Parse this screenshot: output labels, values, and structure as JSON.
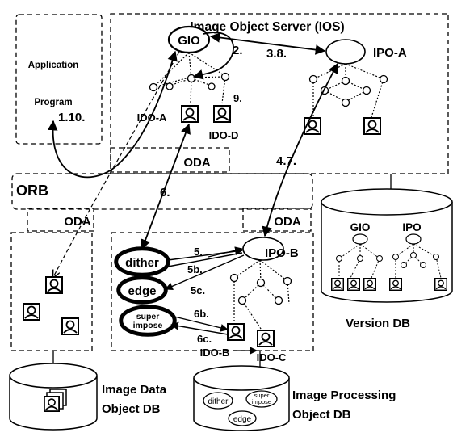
{
  "regions": {
    "ios": "Image Object Server (IOS)",
    "application": [
      "Application",
      "Program"
    ],
    "orb": "ORB",
    "oda": "ODA",
    "version_db": "Version DB",
    "image_data_db": [
      "Image Data",
      "Object DB"
    ],
    "image_processing_db": [
      "Image Processing",
      "Object DB"
    ]
  },
  "nodes": {
    "gio": "GIO",
    "ipo_a": "IPO-A",
    "ipo_b": "IPO-B",
    "ido_a": "IDO-A",
    "ido_b": "IDO-B",
    "ido_c": "IDO-C",
    "ido_d": "IDO-D",
    "dither": "dither",
    "edge": "edge",
    "superimpose": [
      "super",
      "impose"
    ],
    "db_gio": "GIO",
    "db_ipo": "IPO",
    "mini_dither": "dither",
    "mini_super": [
      "super",
      "impose"
    ],
    "mini_edge": "edge"
  },
  "steps": {
    "s1_10": "1.10.",
    "s2": "2.",
    "s3_8": "3.8.",
    "s4_7": "4.7.",
    "s5": "5.",
    "s5b": "5b.",
    "s5c": "5c.",
    "s6": "6.",
    "s6b": "6b.",
    "s6c": "6c.",
    "s9": "9."
  }
}
